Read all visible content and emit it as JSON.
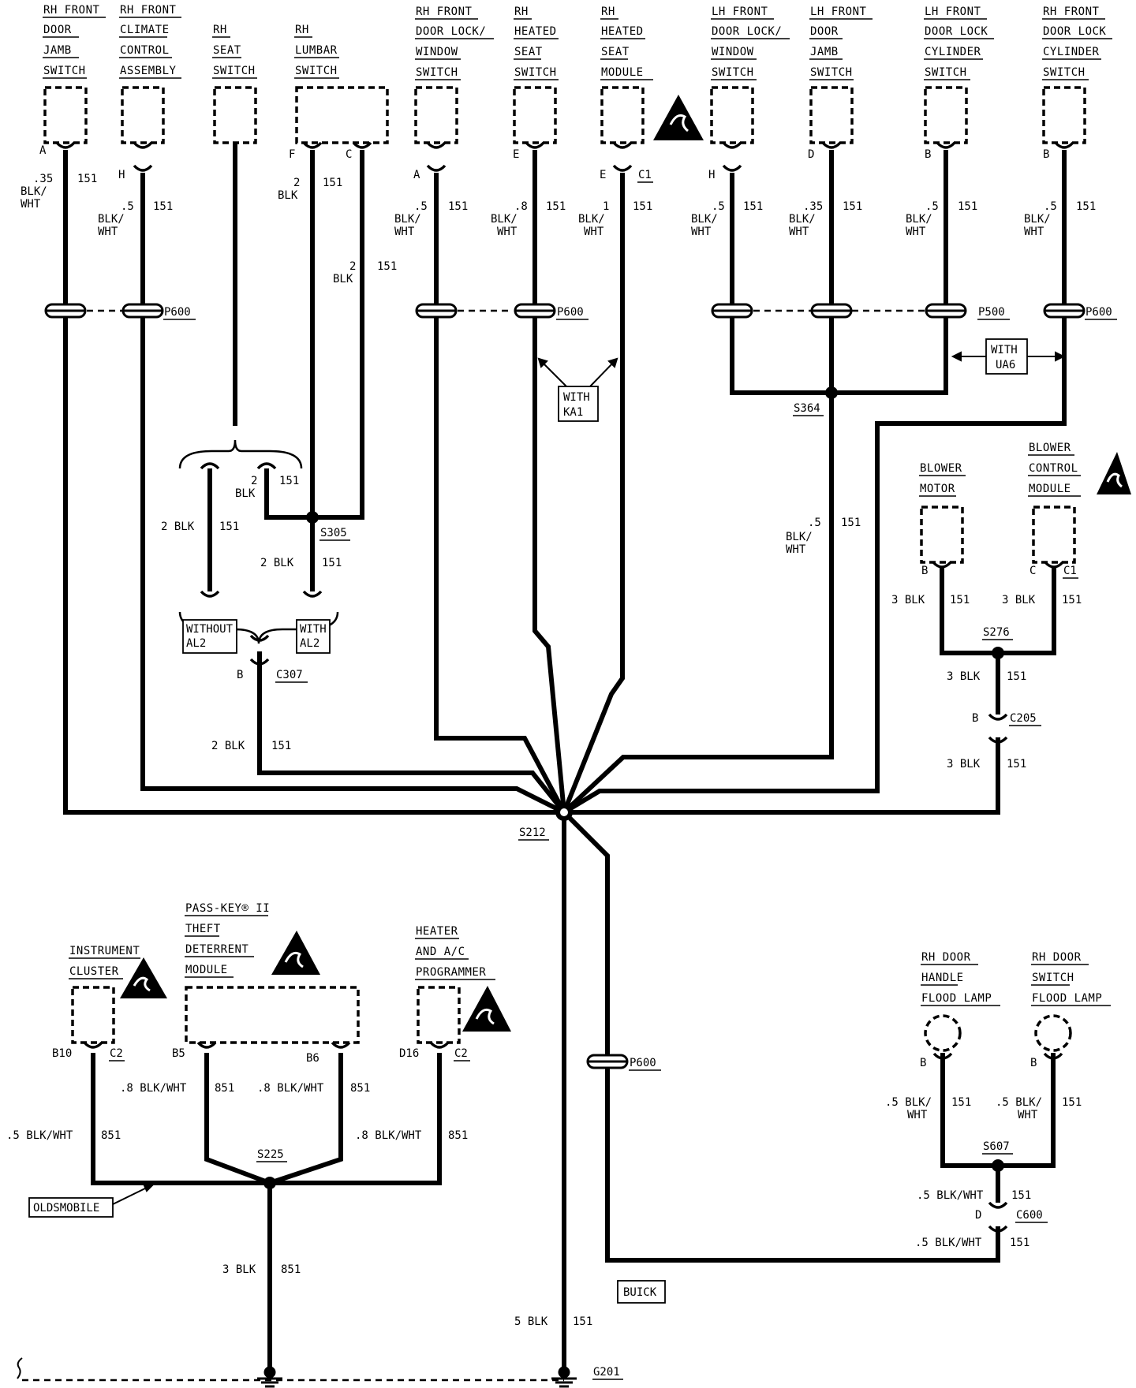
{
  "components": {
    "rh_door_jamb": [
      "RH FRONT",
      "DOOR",
      "JAMB",
      "SWITCH"
    ],
    "rh_climate": [
      "RH FRONT",
      "CLIMATE",
      "CONTROL",
      "ASSEMBLY"
    ],
    "rh_seat": [
      "RH",
      "SEAT",
      "SWITCH"
    ],
    "rh_lumbar": [
      "RH",
      "LUMBAR",
      "SWITCH"
    ],
    "rh_door_lock_window": [
      "RH FRONT",
      "DOOR LOCK/",
      "WINDOW",
      "SWITCH"
    ],
    "rh_heated_seat_switch": [
      "RH",
      "HEATED",
      "SEAT",
      "SWITCH"
    ],
    "rh_heated_seat_module": [
      "RH",
      "HEATED",
      "SEAT",
      "MODULE"
    ],
    "lh_door_lock_window": [
      "LH FRONT",
      "DOOR LOCK/",
      "WINDOW",
      "SWITCH"
    ],
    "lh_door_jamb": [
      "LH FRONT",
      "DOOR",
      "JAMB",
      "SWITCH"
    ],
    "lh_lock_cyl": [
      "LH FRONT",
      "DOOR LOCK",
      "CYLINDER",
      "SWITCH"
    ],
    "rh_lock_cyl": [
      "RH FRONT",
      "DOOR LOCK",
      "CYLINDER",
      "SWITCH"
    ],
    "blower_motor": [
      "BLOWER",
      "MOTOR"
    ],
    "blower_control": [
      "BLOWER",
      "CONTROL",
      "MODULE"
    ],
    "instrument_cluster": [
      "INSTRUMENT",
      "CLUSTER"
    ],
    "passkey": [
      "PASS-KEY® II",
      "THEFT",
      "DETERRENT",
      "MODULE"
    ],
    "heater_ac": [
      "HEATER",
      "AND A/C",
      "PROGRAMMER"
    ],
    "rh_door_handle_lamp": [
      "RH DOOR",
      "HANDLE",
      "FLOOD LAMP"
    ],
    "rh_door_switch_lamp": [
      "RH DOOR",
      "SWITCH",
      "FLOOD LAMP"
    ]
  },
  "pins": {
    "a1": "A",
    "h1": "H",
    "f": "F",
    "c": "C",
    "a2": "A",
    "e1": "E",
    "e2": "E",
    "c1": "C1",
    "h2": "H",
    "d": "D",
    "b1": "B",
    "b2": "B",
    "b_bm": "B",
    "c_bc": "C",
    "c1_bc": "C1",
    "b10": "B10",
    "c2a": "C2",
    "b5": "B5",
    "b6": "B6",
    "d16": "D16",
    "c2b": "C2",
    "b_hl": "B",
    "b_sl": "B",
    "b_c307": "B",
    "b_c205": "B",
    "d_c600": "D"
  },
  "wire_labels": {
    "w_35": [
      ".35",
      "BLK/",
      "WHT"
    ],
    "w_5": [
      ".5",
      "BLK/",
      "WHT"
    ],
    "w_8": [
      ".8",
      "BLK/",
      "WHT"
    ],
    "w_1": [
      "1",
      "BLK/",
      "WHT"
    ],
    "w_2blk": [
      "2",
      "BLK"
    ],
    "circuit_151": "151",
    "circuit_851": "851",
    "two_blk": "2 BLK",
    "three_blk": "3 BLK",
    "five_blk": "5 BLK",
    "dot8_blkwht": ".8 BLK/WHT",
    "dot5_blkwht": ".5 BLK/WHT",
    "dot5_blk_slash": ".5 BLK/",
    "wht": "WHT"
  },
  "connectors": {
    "p600": "P600",
    "p500": "P500",
    "c307": "C307",
    "c205": "C205",
    "c600": "C600"
  },
  "splices": {
    "s212": "S212",
    "s305": "S305",
    "s364": "S364",
    "s276": "S276",
    "s225": "S225",
    "s607": "S607"
  },
  "ground": "G201",
  "options": {
    "with_ka1": [
      "WITH",
      "KA1"
    ],
    "with_ua6": [
      "WITH",
      "UA6"
    ],
    "without_al2": [
      "WITHOUT",
      "AL2"
    ],
    "with_al2": [
      "WITH",
      "AL2"
    ],
    "oldsmobile": "OLDSMOBILE",
    "buick": "BUICK"
  }
}
